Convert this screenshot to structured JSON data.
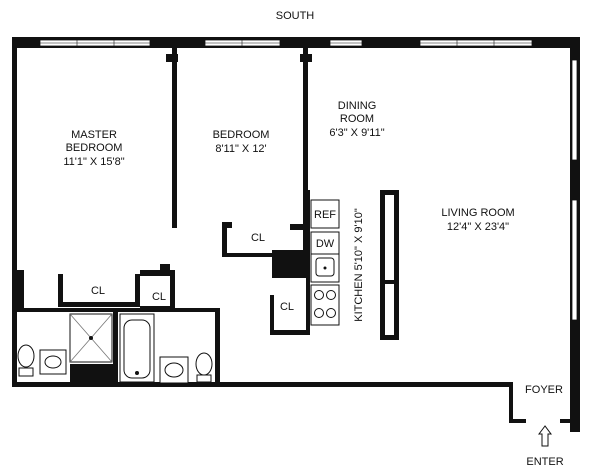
{
  "compass": {
    "top": "SOUTH"
  },
  "rooms": {
    "master_bedroom": {
      "line1": "MASTER",
      "line2": "BEDROOM",
      "dims": "11'1\" X 15'8\""
    },
    "bedroom": {
      "name": "BEDROOM",
      "dims": "8'11\" X 12'"
    },
    "dining_room": {
      "line1": "DINING",
      "line2": "ROOM",
      "dims": "6'3\" X 9'11\""
    },
    "living_room": {
      "name": "LIVING ROOM",
      "dims": "12'4\" X 23'4\""
    },
    "kitchen": {
      "name": "KITCHEN 5'10\" X 9'10\""
    },
    "foyer": {
      "name": "FOYER"
    }
  },
  "closets": {
    "label": "CL"
  },
  "appliances": {
    "refrigerator": "REF",
    "dishwasher": "DW"
  },
  "entry": {
    "label": "ENTER"
  }
}
